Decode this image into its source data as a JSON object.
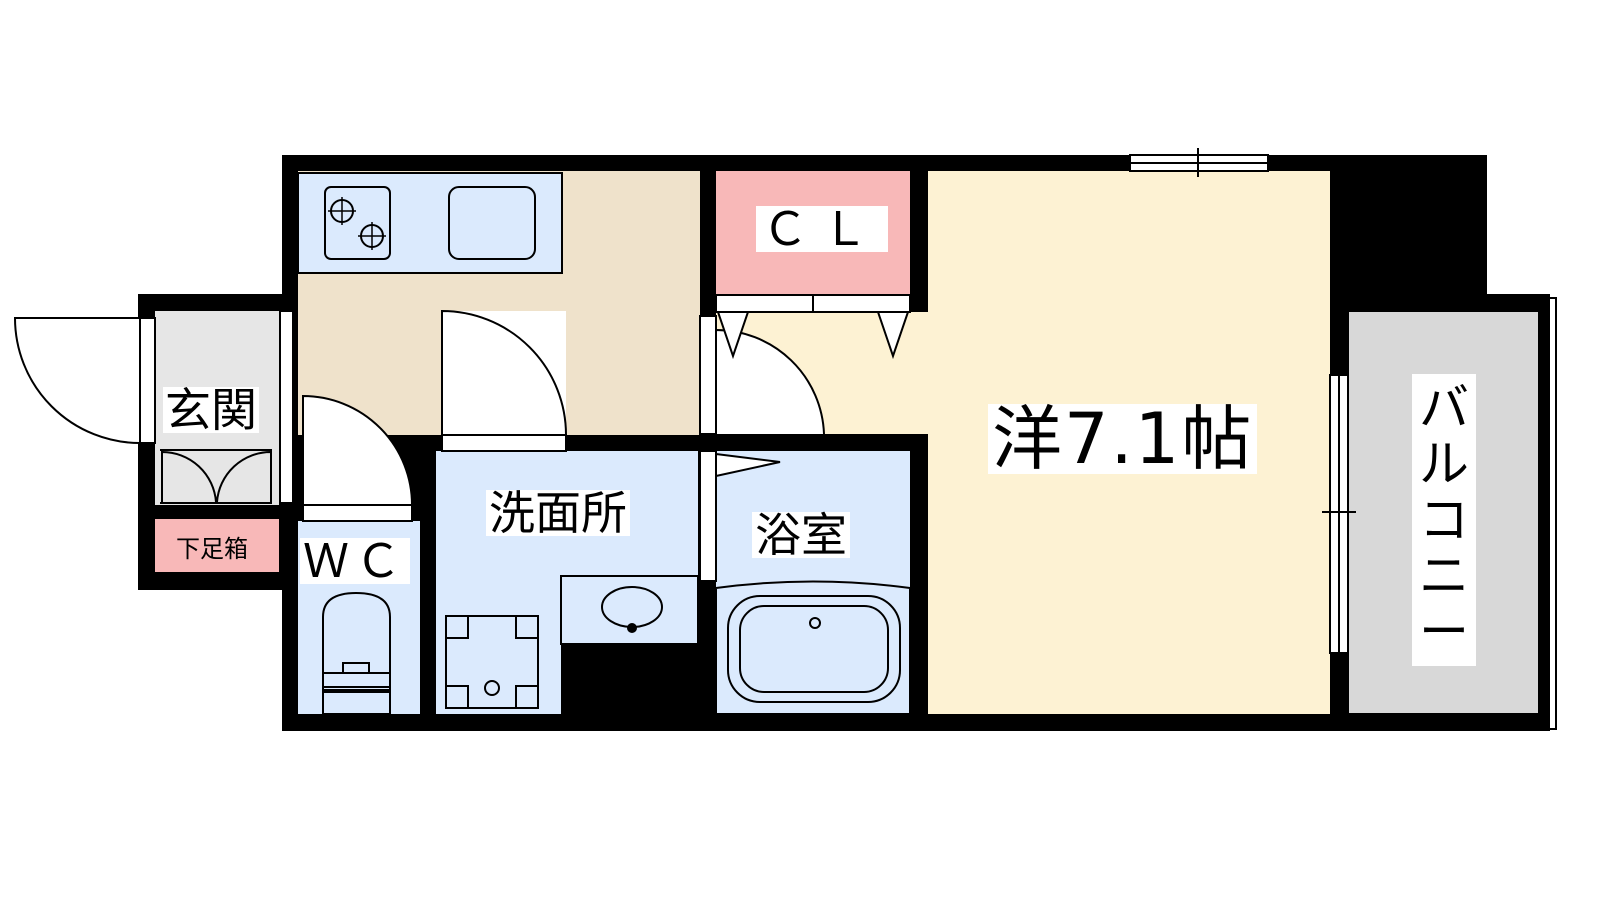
{
  "floorplan": {
    "rooms": {
      "genkan": "玄関",
      "shoe_box": "下足箱",
      "wc": "ＷＣ",
      "washroom": "洗面所",
      "bathroom": "浴室",
      "closet": "ＣＬ",
      "western_room": "洋7.1帖",
      "balcony": "バルコニー"
    },
    "colors": {
      "wall": "#000000",
      "kitchen_floor": "#efe2cb",
      "room_floor": "#fdf2d3",
      "water_area": "#dbeafd",
      "closet": "#f8b8b8",
      "shoe_box": "#f8b8b8",
      "entrance_floor": "#e6e6e6",
      "balcony_floor": "#d8d8d8",
      "fixtures": "#dbeafd"
    }
  }
}
